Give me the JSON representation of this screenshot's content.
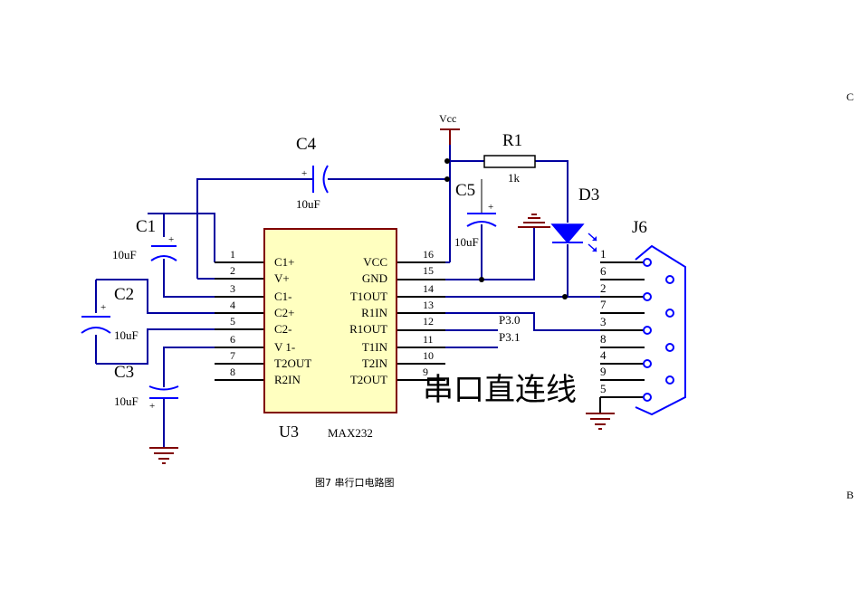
{
  "ic": {
    "ref": "U3",
    "part": "MAX232"
  },
  "left_pins": [
    {
      "num": "1",
      "label": "C1+"
    },
    {
      "num": "2",
      "label": "V+"
    },
    {
      "num": "3",
      "label": "C1-"
    },
    {
      "num": "4",
      "label": "C2+"
    },
    {
      "num": "5",
      "label": "C2-"
    },
    {
      "num": "6",
      "label": "V 1-"
    },
    {
      "num": "7",
      "label": "T2OUT"
    },
    {
      "num": "8",
      "label": "R2IN"
    }
  ],
  "right_pins": [
    {
      "num": "16",
      "label": "VCC"
    },
    {
      "num": "15",
      "label": "GND"
    },
    {
      "num": "14",
      "label": "T1OUT"
    },
    {
      "num": "13",
      "label": "R1IN"
    },
    {
      "num": "12",
      "label": "R1OUT"
    },
    {
      "num": "11",
      "label": "T1IN"
    },
    {
      "num": "10",
      "label": "T2IN"
    },
    {
      "num": "9",
      "label": "T2OUT"
    }
  ],
  "components": {
    "c1": {
      "ref": "C1",
      "value": "10uF"
    },
    "c2": {
      "ref": "C2",
      "value": "10uF"
    },
    "c3": {
      "ref": "C3",
      "value": "10uF"
    },
    "c4": {
      "ref": "C4",
      "value": "10uF"
    },
    "c5": {
      "ref": "C5",
      "value": "10uF"
    },
    "r1": {
      "ref": "R1",
      "value": "1k"
    },
    "d3": {
      "ref": "D3"
    },
    "j6": {
      "ref": "J6"
    }
  },
  "power": {
    "vcc": "Vcc"
  },
  "nets": {
    "p30": "P3.0",
    "p31": "P3.1"
  },
  "connector_pins": [
    "1",
    "6",
    "2",
    "7",
    "3",
    "8",
    "4",
    "9",
    "5"
  ],
  "plus_sign": "+",
  "title_cn": "串口直连线",
  "caption": "图7  串行口电路图",
  "margin_letters": {
    "top": "C",
    "bottom": "B"
  },
  "colors": {
    "wire": "#0000a0",
    "ink": "#000000",
    "power": "#800000",
    "ic_fill": "#ffffc0",
    "ic_border": "#800000",
    "cap": "#0000ff"
  }
}
